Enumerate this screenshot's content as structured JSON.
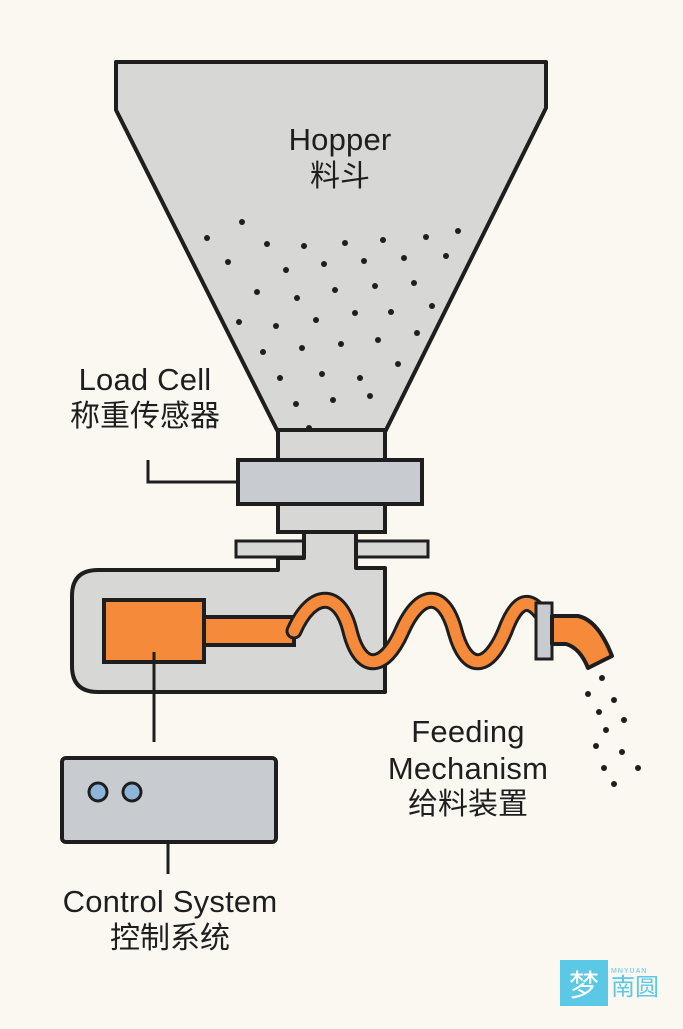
{
  "labels": {
    "hopper": {
      "en": "Hopper",
      "zh": "料斗"
    },
    "load_cell": {
      "en": "Load Cell",
      "zh": "称重传感器"
    },
    "feeding_mechanism": {
      "en_line1": "Feeding",
      "en_line2": "Mechanism",
      "zh": "给料装置"
    },
    "control_system": {
      "en": "Control System",
      "zh": "控制系统"
    }
  },
  "watermark": {
    "badge": "梦",
    "latin": "MNYUAN",
    "name": "南圆"
  },
  "colors": {
    "background": "#fbf8f1",
    "body_gray": "#d7d7d5",
    "component_gray": "#c8ccd1",
    "accent_orange": "#f58a3a",
    "outline": "#1e1e1e",
    "indicator_blue": "#8fb4d9",
    "watermark": "#5bc8e6"
  }
}
